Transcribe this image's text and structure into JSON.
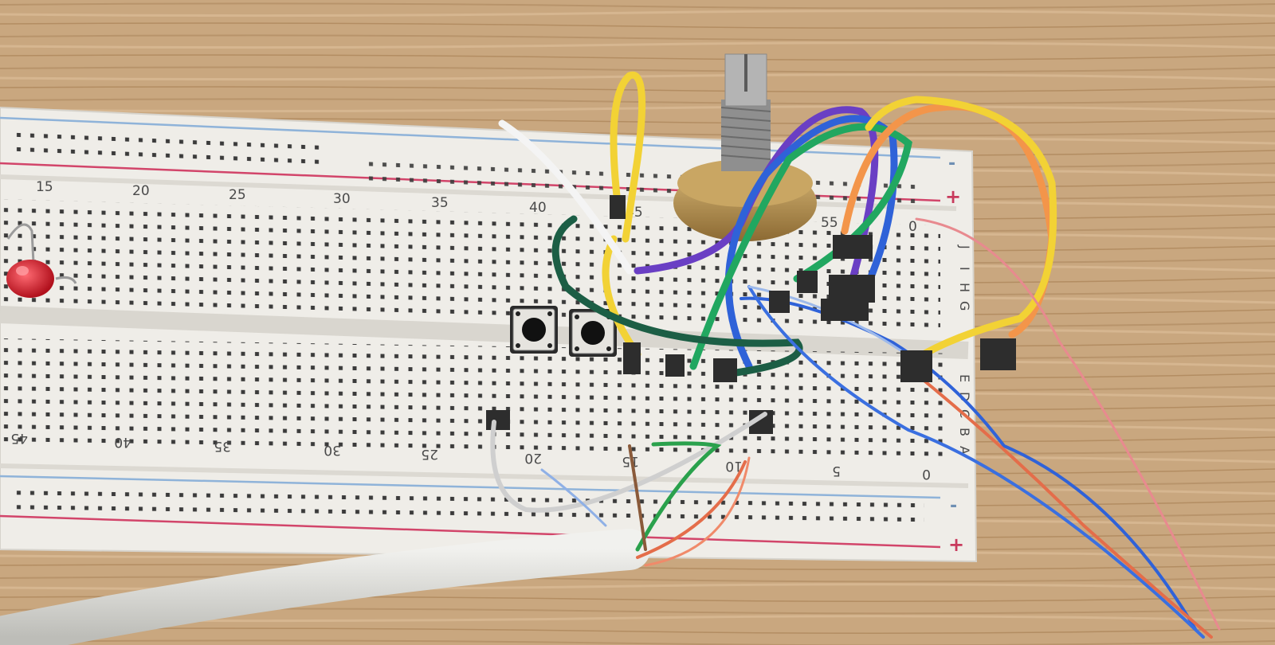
{
  "board": {
    "top_numbers": [
      "15",
      "20",
      "25",
      "30",
      "35",
      "40",
      "45",
      "55",
      "0"
    ],
    "bottom_numbers": [
      "45",
      "40",
      "35",
      "30",
      "25",
      "20",
      "15",
      "10",
      "5",
      "0"
    ],
    "top_row_letters": [
      "J",
      "I",
      "H",
      "G"
    ],
    "bottom_row_letters": [
      "E",
      "D",
      "C",
      "B",
      "A"
    ],
    "rail_minus": "-",
    "rail_plus": "+"
  },
  "colors": {
    "wood": "#c9a77f",
    "board": "#efede8",
    "hole": "#3b3b3b",
    "rail_blue": "#8fb3d9",
    "rail_red": "#d2456a",
    "wire_yellow": "#f2d235",
    "wire_purple": "#6a3fc4",
    "wire_blue": "#2f62d8",
    "wire_green": "#21a760",
    "wire_dark_green": "#1c5e45",
    "wire_orange": "#f3954a",
    "wire_white": "#f4f4f4",
    "led_red": "#e01f2d",
    "pot_body": "#b89450",
    "shaft": "#a9a9a9",
    "cable": "#dcdcd8"
  }
}
